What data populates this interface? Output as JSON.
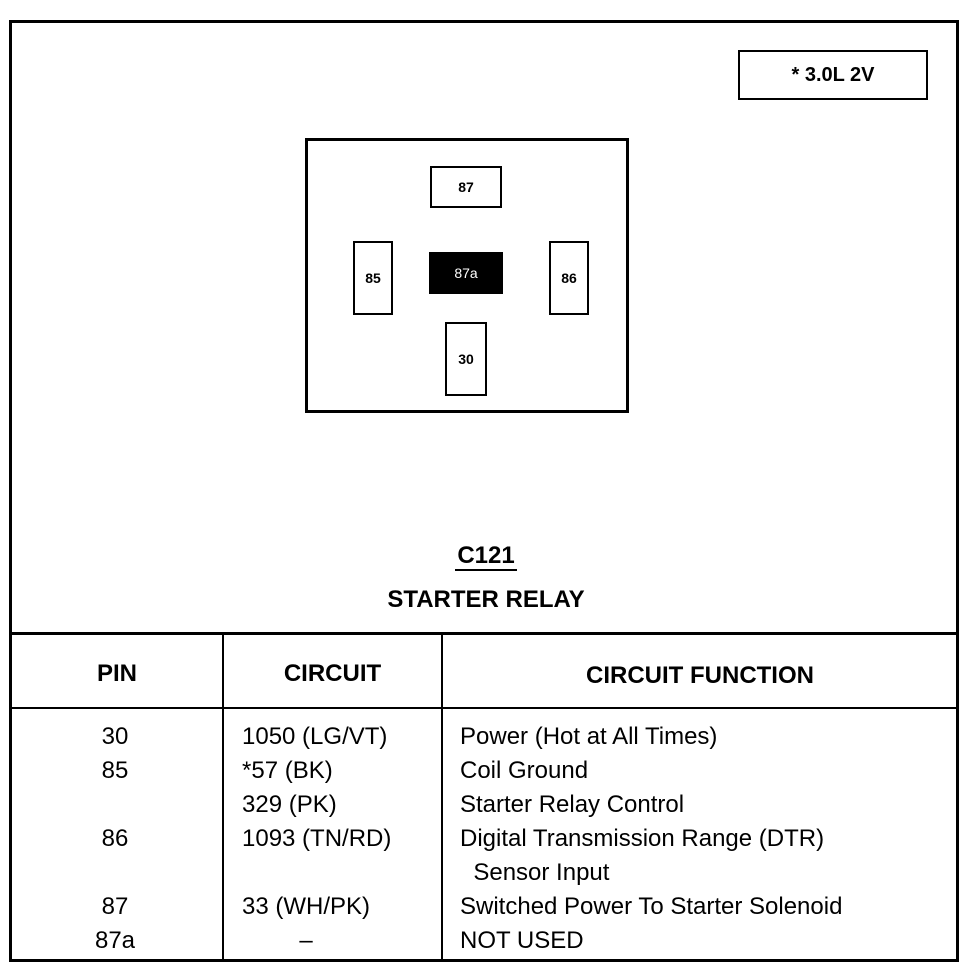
{
  "engine_tag": "* 3.0L 2V",
  "connector": {
    "id": "C121",
    "name": "STARTER RELAY",
    "terminals": {
      "t87": "87",
      "t85": "85",
      "t87a": "87a",
      "t86": "86",
      "t30": "30"
    }
  },
  "table": {
    "headers": {
      "pin": "PIN",
      "circuit": "CIRCUIT",
      "function": "CIRCUIT FUNCTION"
    },
    "rows": [
      {
        "pin": "30",
        "circuit": "1050 (LG/VT)",
        "function": "Power (Hot at All Times)"
      },
      {
        "pin": "85",
        "circuit": "*57 (BK)",
        "function": "Coil Ground"
      },
      {
        "pin": "",
        "circuit": "329 (PK)",
        "function": "Starter Relay Control"
      },
      {
        "pin": "86",
        "circuit": "1093 (TN/RD)",
        "function": "Digital Transmission Range (DTR)"
      },
      {
        "pin": "",
        "circuit": "",
        "function": "  Sensor Input"
      },
      {
        "pin": "87",
        "circuit": "33 (WH/PK)",
        "function": "Switched Power To Starter Solenoid"
      },
      {
        "pin": "87a",
        "circuit": "–",
        "function": "NOT USED"
      }
    ]
  }
}
